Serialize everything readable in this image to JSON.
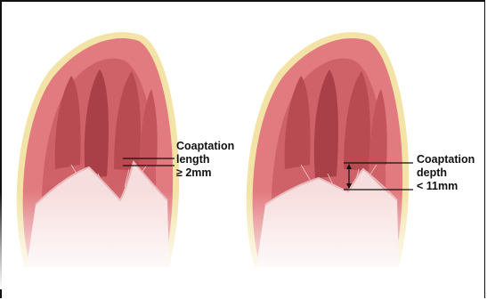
{
  "panels": [
    {
      "id": "left",
      "label_lines": [
        "Coaptation",
        "length",
        "≥ 2mm"
      ]
    },
    {
      "id": "right",
      "label_lines": [
        "Coaptation",
        "depth",
        "< 11mm"
      ]
    }
  ],
  "colors": {
    "fat": "#f3e3a6",
    "muscle": "#e27b7f",
    "muscle_dark": "#b84a52",
    "cavity": "#c95a62",
    "leaflet": "#f7dede",
    "line": "#111111"
  }
}
